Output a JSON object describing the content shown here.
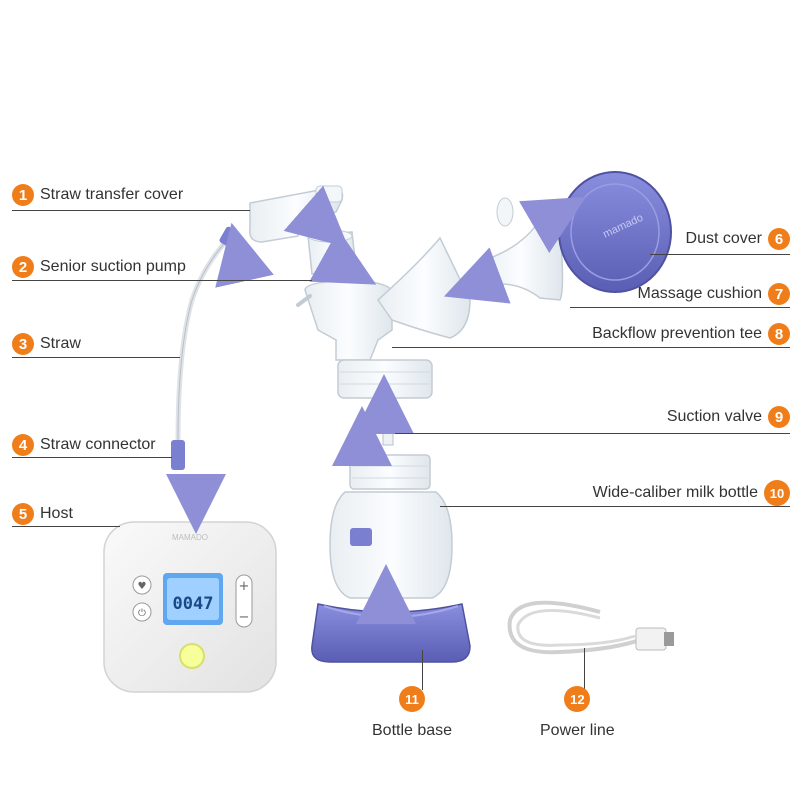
{
  "parts": [
    {
      "number": "1",
      "label": "Straw transfer cover"
    },
    {
      "number": "2",
      "label": "Senior suction pump"
    },
    {
      "number": "3",
      "label": "Straw"
    },
    {
      "number": "4",
      "label": "Straw connector"
    },
    {
      "number": "5",
      "label": "Host"
    },
    {
      "number": "6",
      "label": "Dust cover"
    },
    {
      "number": "7",
      "label": "Massage cushion"
    },
    {
      "number": "8",
      "label": "Backflow prevention tee"
    },
    {
      "number": "9",
      "label": "Suction valve"
    },
    {
      "number": "10",
      "label": "Wide-caliber milk bottle"
    },
    {
      "number": "11",
      "label": "Bottle base"
    },
    {
      "number": "12",
      "label": "Power line"
    }
  ],
  "device": {
    "display_value": "0047",
    "brand_mark": "MAMADO"
  },
  "colors": {
    "badge": "#ef7d1a",
    "accent_purple": "#6b6fc2",
    "arrow": "#8e8fd6",
    "host_body": "#f2f2f2"
  }
}
